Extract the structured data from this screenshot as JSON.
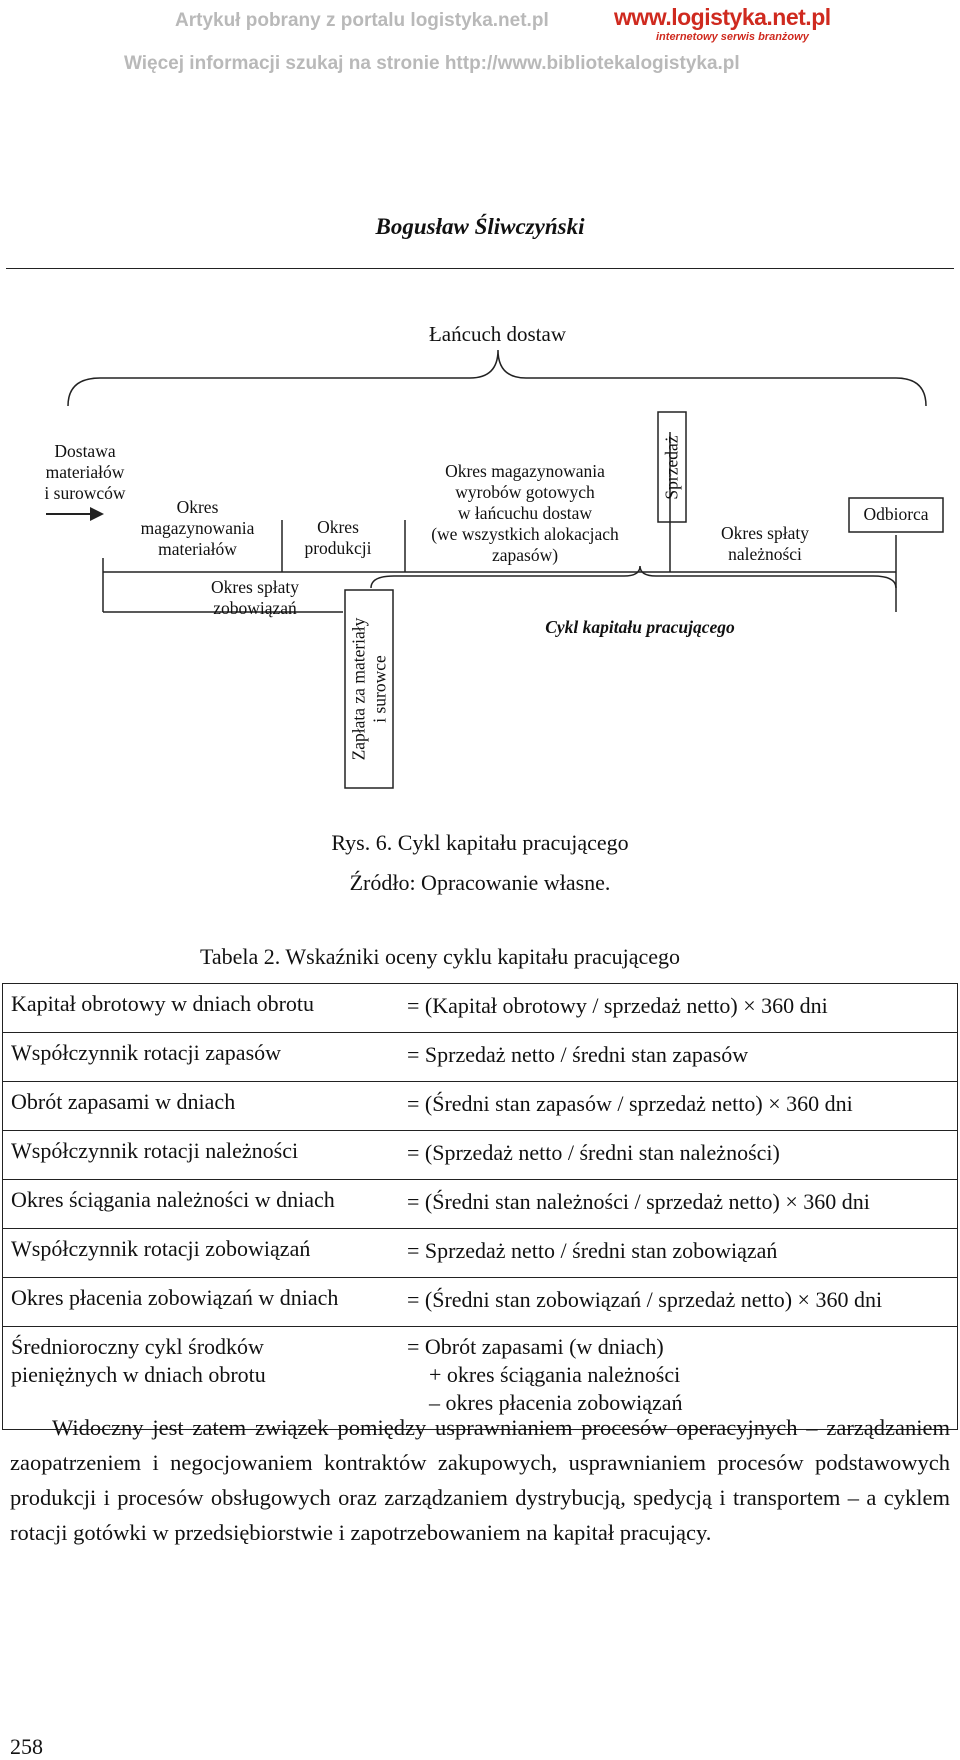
{
  "header": {
    "line1": "Artykuł pobrany z portalu logistyka.net.pl",
    "line2": "Więcej informacji szukaj na stronie http://www.bibliotekalogistyka.pl",
    "logo_main": "www.logistyka.net.pl",
    "logo_sub": "internetowy serwis branżowy"
  },
  "author": "Bogusław Śliwczyński",
  "diagram": {
    "supply_chain": "Łańcuch dostaw",
    "delivery_lines": [
      "Dostawa",
      "materiałów",
      "i surowców"
    ],
    "mat_storage_lines": [
      "Okres",
      "magazynowania",
      "materiałów"
    ],
    "production_lines": [
      "Okres",
      "produkcji"
    ],
    "goods_storage_lines": [
      "Okres magazynowania",
      "wyrobów gotowych",
      "w łańcuchu dostaw",
      "(we wszystkich alokacjach",
      "zapasów)"
    ],
    "sale": "Sprzedaż",
    "receivables_lines": [
      "Okres spłaty",
      "należności"
    ],
    "customer": "Odbiorca",
    "payables_lines": [
      "Okres spłaty",
      "zobowiązań"
    ],
    "payment_lines": [
      "Zapłata za materiały",
      "i surowce"
    ],
    "wc_cycle": "Cykl kapitału pracującego"
  },
  "figure": {
    "caption": "Rys. 6. Cykl kapitału pracującego",
    "source": "Źródło: Opracowanie własne."
  },
  "table": {
    "title": "Tabela 2. Wskaźniki oceny cyklu kapitału pracującego",
    "rows": [
      {
        "name": "Kapitał obrotowy w dniach obrotu",
        "formula": "= (Kapitał obrotowy / sprzedaż netto) × 360 dni"
      },
      {
        "name": "Współczynnik rotacji zapasów",
        "formula": "= Sprzedaż netto / średni stan zapasów"
      },
      {
        "name": "Obrót zapasami w dniach",
        "formula": "= (Średni stan zapasów / sprzedaż netto) × 360 dni"
      },
      {
        "name": "Współczynnik rotacji należności",
        "formula": "= (Sprzedaż netto / średni stan należności)"
      },
      {
        "name": "Okres ściągania należności w dniach",
        "formula": "= (Średni stan należności / sprzedaż netto) × 360 dni"
      },
      {
        "name": "Współczynnik rotacji zobowiązań",
        "formula": "= Sprzedaż netto / średni stan zobowiązań"
      },
      {
        "name": "Okres płacenia zobowiązań w dniach",
        "formula": "= (Średni stan zobowiązań / sprzedaż netto) × 360 dni"
      }
    ],
    "last_row": {
      "name_lines": [
        "Średnioroczny cykl środków",
        "pieniężnych w dniach obrotu"
      ],
      "formula_lines": [
        "= Obrót zapasami (w dniach)",
        "+ okres ściągania należności",
        "– okres płacenia zobowiązań"
      ]
    }
  },
  "paragraph": "Widoczny jest zatem związek pomiędzy usprawnianiem procesów operacyjnych – zarządzaniem zaopatrzeniem i negocjowaniem kontraktów zakupowych, usprawnianiem procesów podstawowych produkcji i procesów obsługowych oraz zarządzaniem dystrybucją, spedycją i transportem – a cyklem rotacji gotówki w przedsiębiorstwie i zapotrzebowaniem na kapitał pracujący.",
  "page_number": "258"
}
